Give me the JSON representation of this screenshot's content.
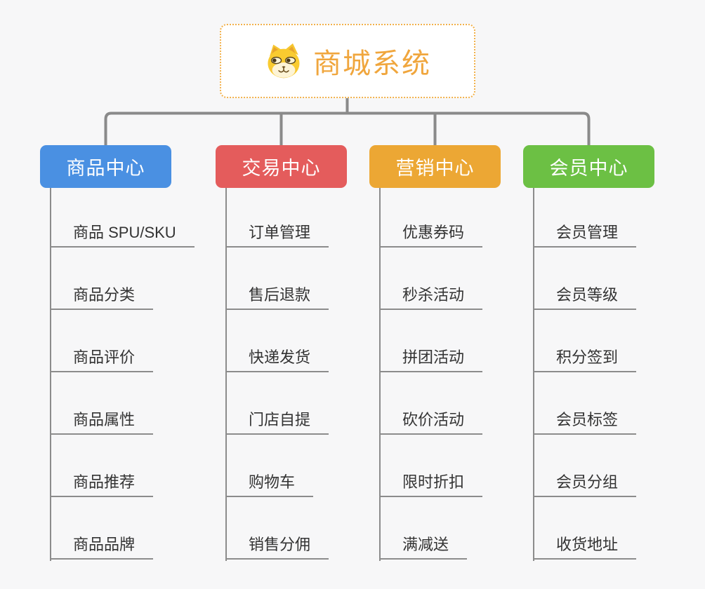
{
  "root": {
    "title": "商城系统",
    "icon": "doge-icon"
  },
  "branches": [
    {
      "label": "商品中心",
      "color": "#4a90e2",
      "children": [
        "商品 SPU/SKU",
        "商品分类",
        "商品评价",
        "商品属性",
        "商品推荐",
        "商品品牌"
      ]
    },
    {
      "label": "交易中心",
      "color": "#e45c5c",
      "children": [
        "订单管理",
        "售后退款",
        "快递发货",
        "门店自提",
        "购物车",
        "销售分佣"
      ]
    },
    {
      "label": "营销中心",
      "color": "#eca734",
      "children": [
        "优惠券码",
        "秒杀活动",
        "拼团活动",
        "砍价活动",
        "限时折扣",
        "满减送"
      ]
    },
    {
      "label": "会员中心",
      "color": "#6cc044",
      "children": [
        "会员管理",
        "会员等级",
        "积分签到",
        "会员标签",
        "会员分组",
        "收货地址"
      ]
    }
  ],
  "colors": {
    "background": "#f7f7f8",
    "root_accent": "#f0a63d",
    "root_border": "#f2b14b",
    "connector": "#8a8a8a",
    "subtopic_line": "#8c8c8c",
    "subtopic_text": "#333333"
  }
}
